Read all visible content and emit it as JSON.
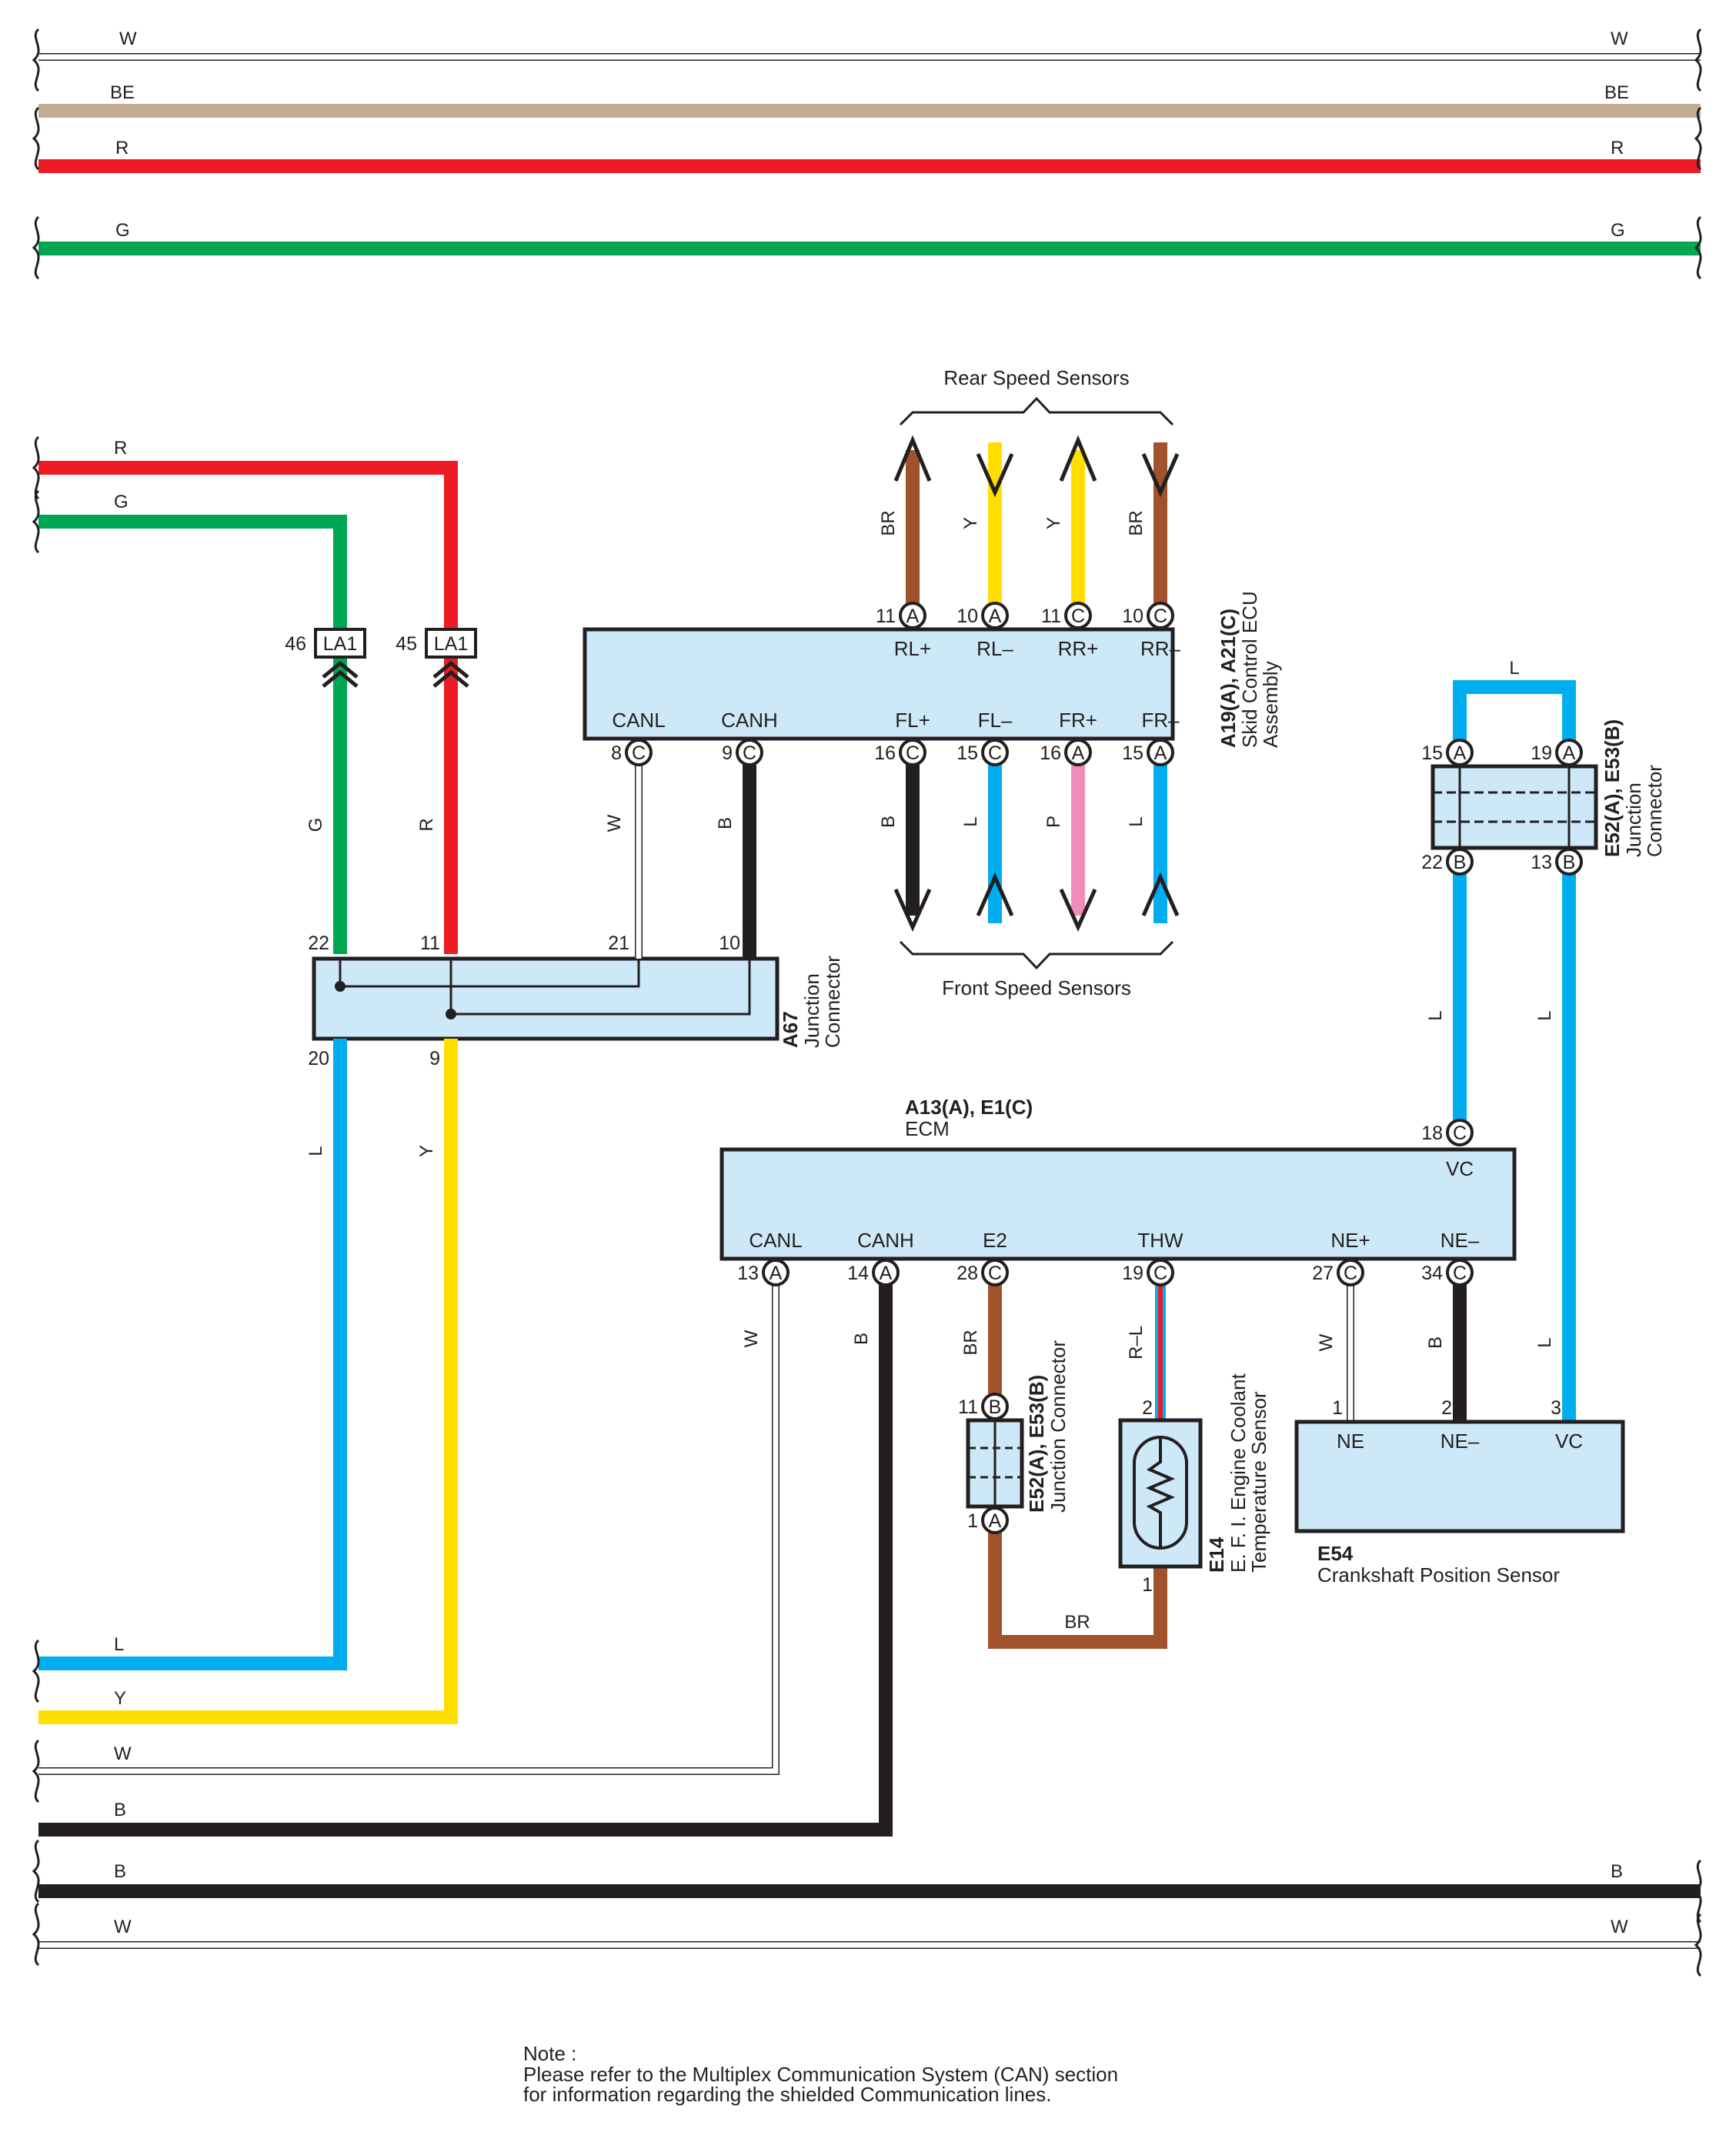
{
  "wire_colors": {
    "W": "#ffffff",
    "BE": "#c2ad93",
    "R": "#ed1c24",
    "G": "#00a651",
    "L": "#00aeef",
    "Y": "#ffde00",
    "B": "#231f20",
    "BR": "#a0522d",
    "P": "#f08cbb",
    "RL_red": "#ed1c24",
    "RL_blue": "#00aeef"
  },
  "fill_colors": {
    "component": "#cde9f8",
    "outline": "#231f20"
  },
  "top_wires": {
    "w": "W",
    "be": "BE",
    "r": "R",
    "g": "G"
  },
  "left_wires": {
    "r": "R",
    "g": "G",
    "l": "L",
    "y": "Y",
    "w": "W",
    "b": "B"
  },
  "bottom_wires": {
    "b": "B",
    "w": "W"
  },
  "connectors": {
    "la1": {
      "name": "LA1",
      "pin_g": "46",
      "pin_r": "45"
    }
  },
  "a67": {
    "code": "A67",
    "desc_line1": "Junction",
    "desc_line2": "Connector",
    "pins": {
      "p22": "22",
      "p11": "11",
      "p21": "21",
      "p10": "10",
      "p20": "20",
      "p9": "9"
    },
    "wires": {
      "g": "G",
      "r": "R",
      "w": "W",
      "b": "B",
      "l": "L",
      "y": "Y"
    }
  },
  "skid_ecu": {
    "code": "A19(A), A21(C)",
    "desc_line1": "Skid Control ECU",
    "desc_line2": "Assembly",
    "signals": {
      "rlp": "RL+",
      "rlm": "RL–",
      "rrp": "RR+",
      "rrm": "RR–",
      "canl": "CANL",
      "canh": "CANH",
      "flp": "FL+",
      "flm": "FL–",
      "frp": "FR+",
      "frm": "FR–"
    },
    "pin_nums": {
      "rlp": "11",
      "rlm": "10",
      "rrp": "11",
      "rrm": "10",
      "canl": "8",
      "canh": "9",
      "flp": "16",
      "flm": "15",
      "frp": "16",
      "frm": "15"
    },
    "pin_conn": {
      "rlp": "A",
      "rlm": "A",
      "rrp": "C",
      "rrm": "C",
      "canl": "C",
      "canh": "C",
      "flp": "C",
      "flm": "C",
      "frp": "A",
      "frm": "A"
    },
    "wires": {
      "rlp": "BR",
      "rlm": "Y",
      "rrp": "Y",
      "rrm": "BR",
      "canl": "W",
      "canh": "B",
      "flp": "B",
      "flm": "L",
      "frp": "P",
      "frm": "L"
    }
  },
  "rear_sensors_label": "Rear Speed Sensors",
  "front_sensors_label": "Front Speed Sensors",
  "jc_right": {
    "code": "E52(A), E53(B)",
    "desc_line1": "Junction",
    "desc_line2": "Connector",
    "pins": {
      "p15": "15",
      "p15c": "A",
      "p19": "19",
      "p19c": "A",
      "p22": "22",
      "p22c": "B",
      "p13": "13",
      "p13c": "B"
    },
    "wires": {
      "top": "L",
      "left": "L",
      "right": "L"
    }
  },
  "ecm": {
    "code": "A13(A), E1(C)",
    "name": "ECM",
    "signals": {
      "vc": "VC",
      "canl": "CANL",
      "canh": "CANH",
      "e2": "E2",
      "thw": "THW",
      "nep": "NE+",
      "nem": "NE–"
    },
    "pin_nums": {
      "vc": "18",
      "canl": "13",
      "canh": "14",
      "e2": "28",
      "thw": "19",
      "nep": "27",
      "nem": "34"
    },
    "pin_conn": {
      "vc": "C",
      "canl": "A",
      "canh": "A",
      "e2": "C",
      "thw": "C",
      "nep": "C",
      "nem": "C"
    },
    "wires": {
      "canl": "W",
      "canh": "B",
      "e2": "BR",
      "thw": "R–L",
      "nep": "W",
      "nem": "B",
      "vc": "L"
    }
  },
  "jc_small": {
    "code": "E52(A), E53(B)",
    "desc": "Junction Connector",
    "pins": {
      "top": "11",
      "topc": "B",
      "bot": "1",
      "botc": "A"
    }
  },
  "e14": {
    "code": "E14",
    "desc_line1": "E. F. I. Engine Coolant",
    "desc_line2": "Temperature Sensor",
    "pins": {
      "top": "2",
      "bot": "1"
    },
    "loop_wire": "BR"
  },
  "e54": {
    "code": "E54",
    "desc": "Crankshaft Position Sensor",
    "signals": {
      "ne": "NE",
      "nem": "NE–",
      "vc": "VC"
    },
    "pins": {
      "p1": "1",
      "p2": "2",
      "p3": "3"
    }
  },
  "note": {
    "line1": "Note :",
    "line2": "Please refer to the Multiplex Communication System (CAN) section",
    "line3": "for information regarding the shielded Communication lines."
  }
}
